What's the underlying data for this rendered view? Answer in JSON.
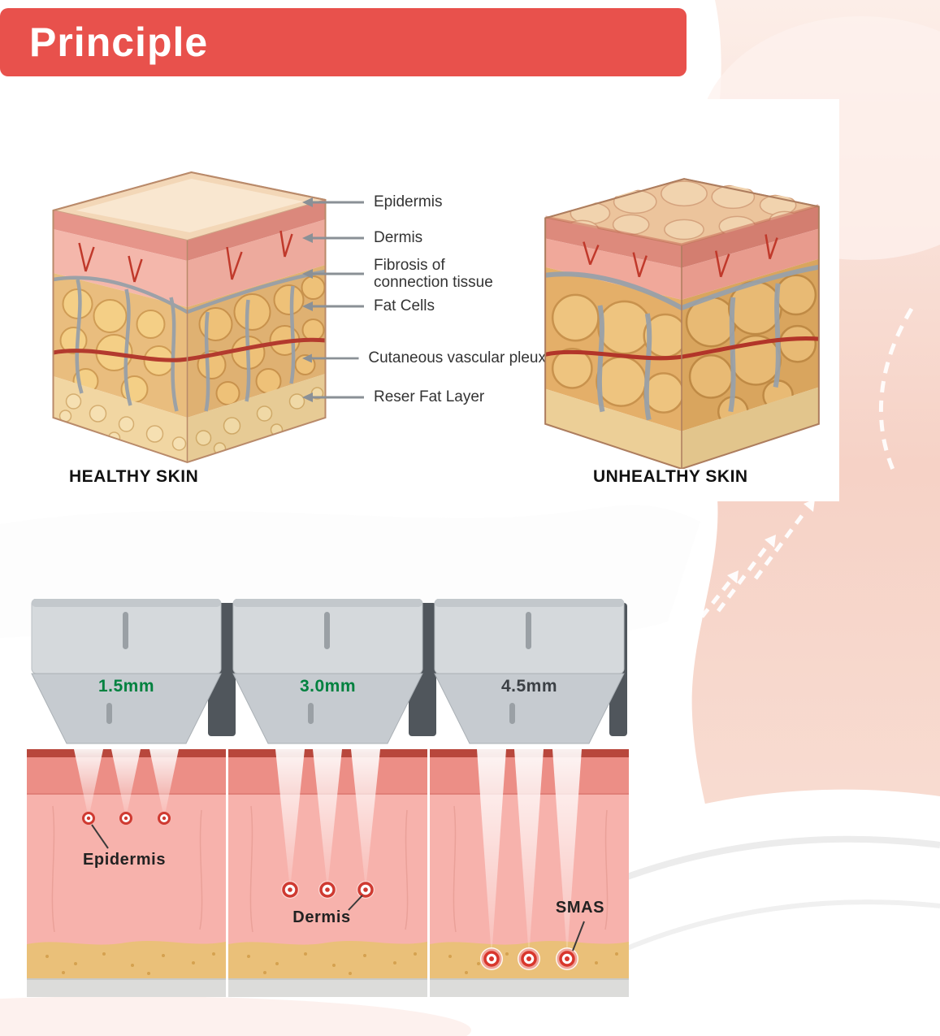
{
  "header": {
    "title": "Principle"
  },
  "colors": {
    "banner": "#e8514c",
    "depth_green": "#00813f",
    "depth_dark": "#3b4045"
  },
  "skin_diagram": {
    "labels": [
      "Epidermis",
      "Dermis",
      "Fibrosis of connection tissue",
      "Fat Cells",
      "Cutaneous vascular pleux",
      "Reser Fat Layer"
    ],
    "healthy_caption": "HEALTHY SKIN",
    "unhealthy_caption": "UNHEALTHY SKIN"
  },
  "panels": [
    {
      "depth": "1.5mm",
      "target": "Epidermis",
      "depth_color": "#00813f"
    },
    {
      "depth": "3.0mm",
      "target": "Dermis",
      "depth_color": "#00813f"
    },
    {
      "depth": "4.5mm",
      "target": "SMAS",
      "depth_color": "#3b4045"
    }
  ]
}
